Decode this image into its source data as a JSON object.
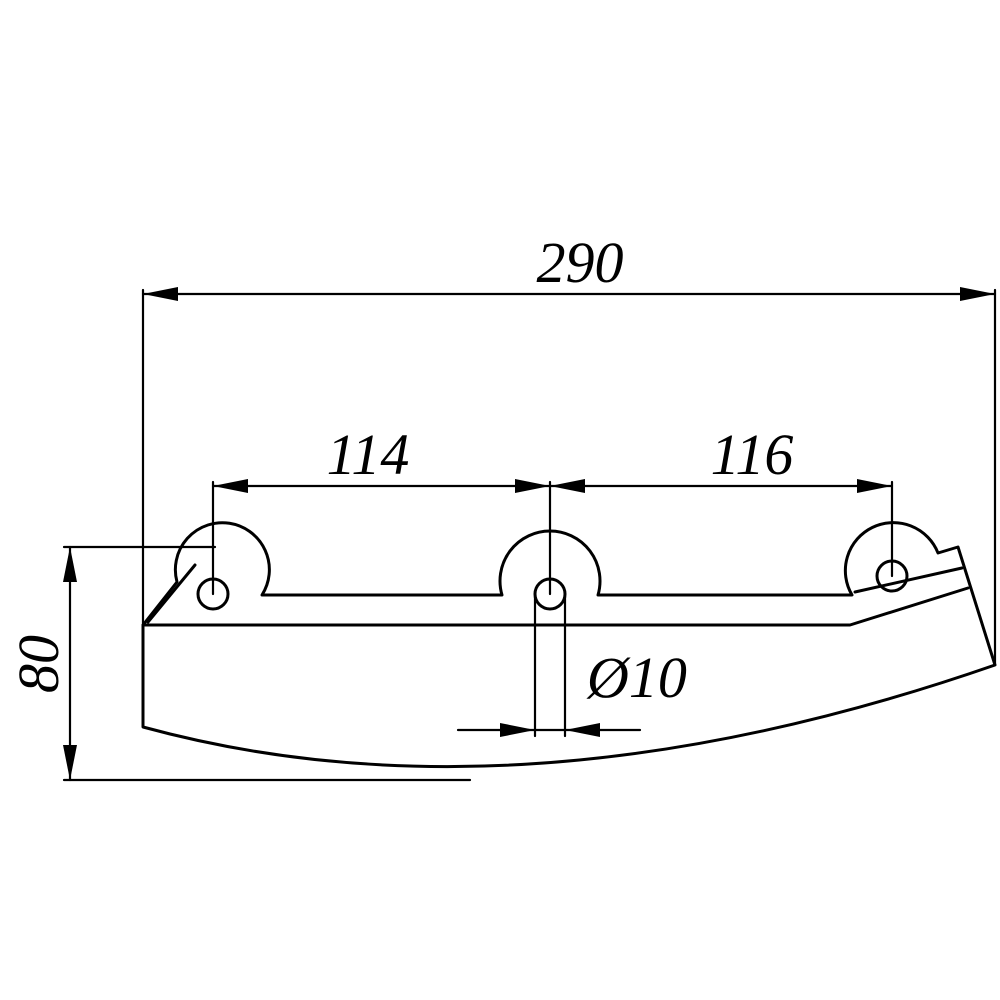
{
  "dimensions": {
    "overall_length": "290",
    "hole_spacing_left": "114",
    "hole_spacing_right": "116",
    "height": "80",
    "hole_diameter": "Ø10"
  }
}
